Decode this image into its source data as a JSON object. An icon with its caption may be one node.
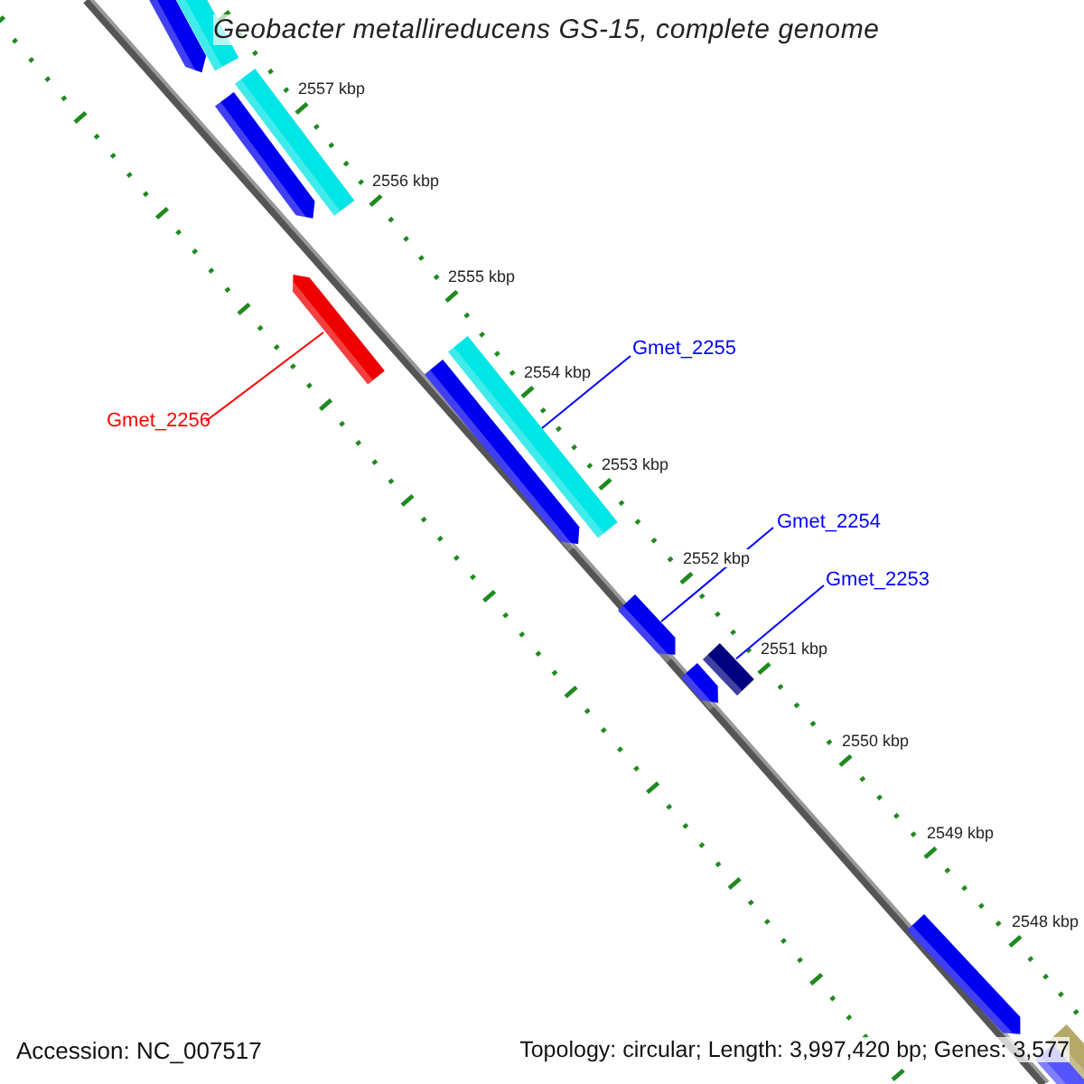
{
  "diagram": {
    "title": "Geobacter metallireducens GS-15, complete genome",
    "nodes": [
      {
        "text": [
          "Gmet_2255"
        ]
      },
      {
        "text": [
          "Gmet_2256"
        ]
      },
      {
        "text": [
          "Gmet_2254"
        ]
      },
      {
        "text": [
          "Gmet_2253"
        ]
      },
      {
        "text": [],
        "shape": "bar"
      },
      {
        "text": [],
        "shape": "bar"
      },
      {
        "text": [],
        "shape": "bar"
      },
      {
        "text": [],
        "shape": "bar"
      },
      {
        "text": [],
        "shape": "bar"
      },
      {
        "text": [],
        "shape": "bar"
      },
      {
        "text": [],
        "shape": "bar"
      },
      {
        "text": [],
        "shape": "bar"
      },
      {
        "text": [],
        "shape": "bar"
      },
      {
        "text": [],
        "shape": "bar"
      },
      {
        "text": [],
        "shape": "bar"
      },
      {
        "text": [],
        "shape": "bar"
      },
      {
        "text": [],
        "shape": "bar"
      }
    ],
    "edges": [
      {
        "from": 1,
        "to": 8,
        "arrow": "none",
        "color": "#ff0000"
      },
      {
        "from": 0,
        "to": 9,
        "arrow": "none"
      },
      {
        "from": 2,
        "to": 11,
        "arrow": "none"
      },
      {
        "from": 3,
        "to": 12,
        "arrow": "none"
      }
    ],
    "labels": [
      "2557 kbp",
      "2556 kbp",
      "2555 kbp",
      "2554 kbp",
      "2553 kbp",
      "2552 kbp",
      "2551 kbp",
      "2550 kbp",
      "2549 kbp",
      "2548 kbp",
      "Accession: NC_007517",
      "Topology: circular; Length: 3,997,420 bp; Genes: 3,577"
    ]
  }
}
